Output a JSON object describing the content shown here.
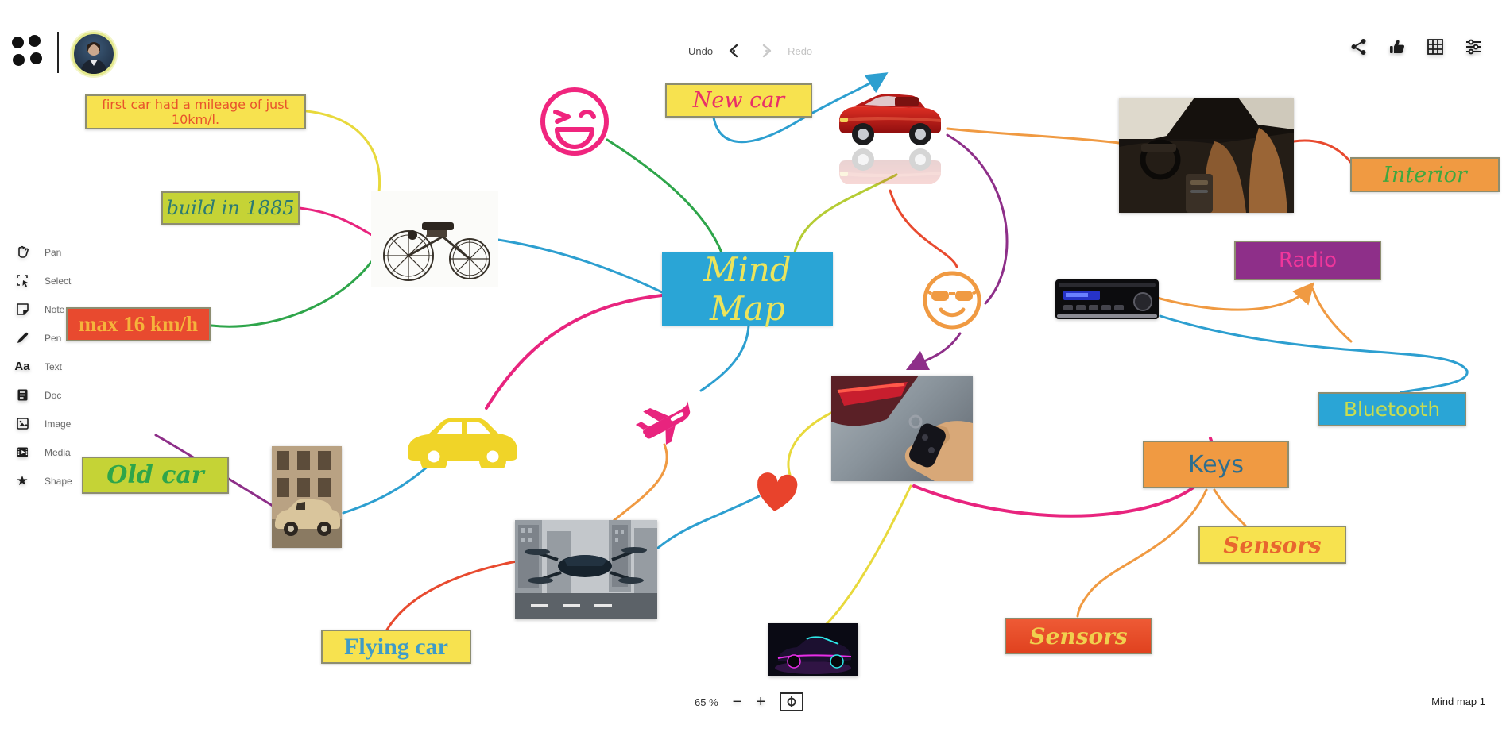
{
  "topbar": {
    "undo_label": "Undo",
    "redo_label": "Redo",
    "icons": [
      "share-icon",
      "like-icon",
      "grid-icon",
      "settings-sliders-icon"
    ]
  },
  "toolbar": {
    "items": [
      {
        "id": "pan",
        "label": "Pan",
        "icon": "hand-icon"
      },
      {
        "id": "select",
        "label": "Select",
        "icon": "select-cursor-icon"
      },
      {
        "id": "note",
        "label": "Note",
        "icon": "note-icon"
      },
      {
        "id": "pen",
        "label": "Pen",
        "icon": "pen-icon"
      },
      {
        "id": "text",
        "label": "Text",
        "icon": "aa-text-icon",
        "glyph": "Aa"
      },
      {
        "id": "doc",
        "label": "Doc",
        "icon": "doc-icon"
      },
      {
        "id": "image",
        "label": "Image",
        "icon": "image-icon"
      },
      {
        "id": "media",
        "label": "Media",
        "icon": "media-icon"
      },
      {
        "id": "shape",
        "label": "Shape",
        "icon": "star-icon",
        "glyph": "★"
      }
    ]
  },
  "zoombar": {
    "zoom_level": "65 %",
    "minus": "−",
    "plus": "+"
  },
  "statusbar": {
    "board_title": "Mind map 1"
  },
  "mindmap": {
    "center": {
      "label": "Mind Map",
      "bg": "#2aa5d6",
      "fg": "#ece45b"
    },
    "notes": [
      {
        "id": "first-car-note",
        "label": "first car had a mileage of just 10km/l.",
        "bg": "#f7e24f",
        "fg": "#e8532b"
      },
      {
        "id": "build-1885-note",
        "label": "build in 1885",
        "bg": "#c5d336",
        "fg": "#2c7a72"
      },
      {
        "id": "max-16-note",
        "label": "max 16 km/h",
        "bg": "#e84a2f",
        "fg": "#f5b43b"
      },
      {
        "id": "new-car-note",
        "label": "New car",
        "bg": "#f7e24f",
        "fg": "#e82f68"
      },
      {
        "id": "interior-note",
        "label": "Interior",
        "bg": "#f09a42",
        "fg": "#3fa73f"
      },
      {
        "id": "radio-note",
        "label": "Radio",
        "bg": "#8e2f89",
        "fg": "#f0369b"
      },
      {
        "id": "bluetooth-note",
        "label": "Bluetooth",
        "bg": "#2aa5d6",
        "fg": "#c8dc50"
      },
      {
        "id": "keys-note",
        "label": "Keys",
        "bg": "#f09a42",
        "fg": "#2e6e8e"
      },
      {
        "id": "sensors-yellow-note",
        "label": "Sensors",
        "bg": "#f7e24f",
        "fg": "#e8662e"
      },
      {
        "id": "sensors-red-note",
        "label": "Sensors",
        "bg": "#e84a2f",
        "fg": "#f0d04e"
      },
      {
        "id": "old-car-note",
        "label": "Old car",
        "bg": "#c5d336",
        "fg": "#2ea54a"
      },
      {
        "id": "flying-car-note",
        "label": "Flying car",
        "bg": "#f7e24f",
        "fg": "#3e9bc8"
      }
    ],
    "images": [
      "benz-1885-image",
      "red-convertible-image",
      "car-interior-image",
      "car-stereo-image",
      "key-fob-image",
      "old-car-photo",
      "flying-car-image",
      "racing-car-image"
    ],
    "emojis": [
      "laughing-wink-emoji",
      "cool-sunglasses-emoji"
    ],
    "drawings": [
      "yellow-car-drawing",
      "pink-plane-drawing",
      "red-heart-drawing"
    ],
    "connector_colors": {
      "yellow": "#e8d93c",
      "pink": "#e8247e",
      "green": "#2ea54a",
      "blue": "#2d9fd0",
      "olive": "#b5cc34",
      "orange": "#f09a42",
      "red": "#e84a2f",
      "purple": "#8e2f89"
    }
  }
}
